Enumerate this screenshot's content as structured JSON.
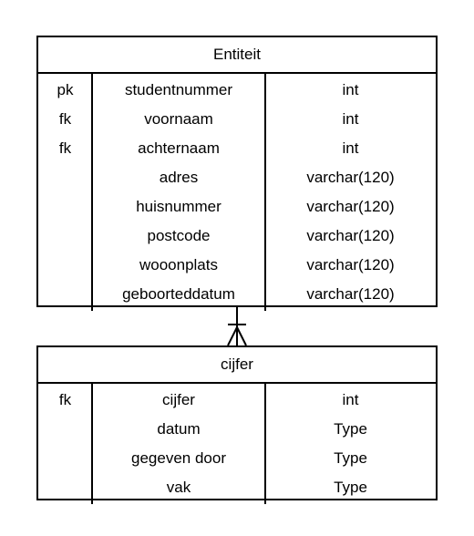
{
  "entities": [
    {
      "title": "Entiteit",
      "rows": [
        {
          "key": "pk",
          "name": "studentnummer",
          "type": "int"
        },
        {
          "key": "fk",
          "name": "voornaam",
          "type": "int"
        },
        {
          "key": "fk",
          "name": "achternaam",
          "type": "int"
        },
        {
          "key": "",
          "name": "adres",
          "type": "varchar(120)"
        },
        {
          "key": "",
          "name": "huisnummer",
          "type": "varchar(120)"
        },
        {
          "key": "",
          "name": "postcode",
          "type": "varchar(120)"
        },
        {
          "key": "",
          "name": "wooonplats",
          "type": "varchar(120)"
        },
        {
          "key": "",
          "name": "geboorteddatum",
          "type": "varchar(120)"
        }
      ]
    },
    {
      "title": "cijfer",
      "rows": [
        {
          "key": "fk",
          "name": "cijfer",
          "type": "int"
        },
        {
          "key": "",
          "name": "datum",
          "type": "Type"
        },
        {
          "key": "",
          "name": "gegeven door",
          "type": "Type"
        },
        {
          "key": "",
          "name": "vak",
          "type": "Type"
        }
      ]
    }
  ],
  "relationship": {
    "from": "Entiteit",
    "to": "cijfer",
    "notation": "one-to-many"
  }
}
